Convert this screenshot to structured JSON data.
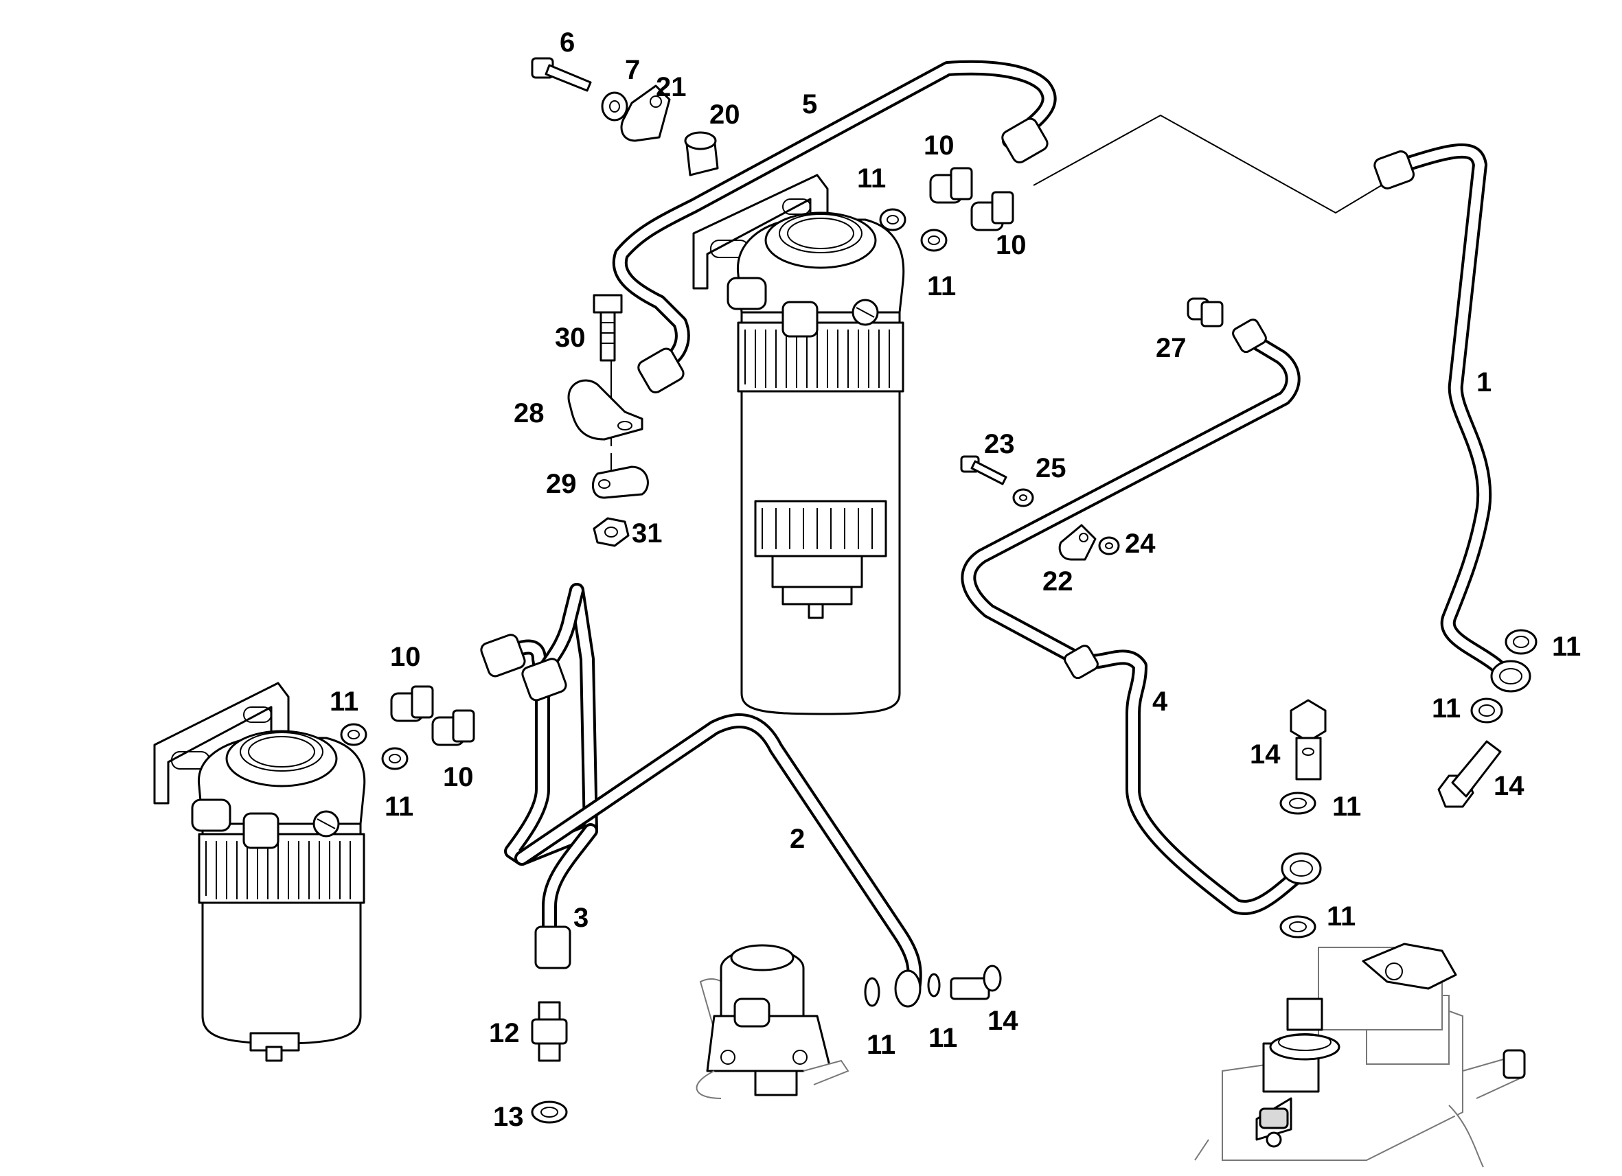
{
  "callouts": [
    {
      "key": "c1",
      "text": "1"
    },
    {
      "key": "c2",
      "text": "2"
    },
    {
      "key": "c3",
      "text": "3"
    },
    {
      "key": "c4",
      "text": "4"
    },
    {
      "key": "c5",
      "text": "5"
    },
    {
      "key": "c6",
      "text": "6"
    },
    {
      "key": "c7",
      "text": "7"
    },
    {
      "key": "c10a",
      "text": "10"
    },
    {
      "key": "c10b",
      "text": "10"
    },
    {
      "key": "c10c",
      "text": "10"
    },
    {
      "key": "c10d",
      "text": "10"
    },
    {
      "key": "c11a",
      "text": "11"
    },
    {
      "key": "c11b",
      "text": "11"
    },
    {
      "key": "c11c",
      "text": "11"
    },
    {
      "key": "c11d",
      "text": "11"
    },
    {
      "key": "c11e",
      "text": "11"
    },
    {
      "key": "c11f",
      "text": "11"
    },
    {
      "key": "c11g",
      "text": "11"
    },
    {
      "key": "c11h",
      "text": "11"
    },
    {
      "key": "c11i",
      "text": "11"
    },
    {
      "key": "c11j",
      "text": "11"
    },
    {
      "key": "c12",
      "text": "12"
    },
    {
      "key": "c13",
      "text": "13"
    },
    {
      "key": "c14a",
      "text": "14"
    },
    {
      "key": "c14b",
      "text": "14"
    },
    {
      "key": "c14c",
      "text": "14"
    },
    {
      "key": "c20",
      "text": "20"
    },
    {
      "key": "c21",
      "text": "21"
    },
    {
      "key": "c22",
      "text": "22"
    },
    {
      "key": "c23",
      "text": "23"
    },
    {
      "key": "c24",
      "text": "24"
    },
    {
      "key": "c25",
      "text": "25"
    },
    {
      "key": "c27",
      "text": "27"
    },
    {
      "key": "c28",
      "text": "28"
    },
    {
      "key": "c29",
      "text": "29"
    },
    {
      "key": "c30",
      "text": "30"
    },
    {
      "key": "c31",
      "text": "31"
    }
  ]
}
